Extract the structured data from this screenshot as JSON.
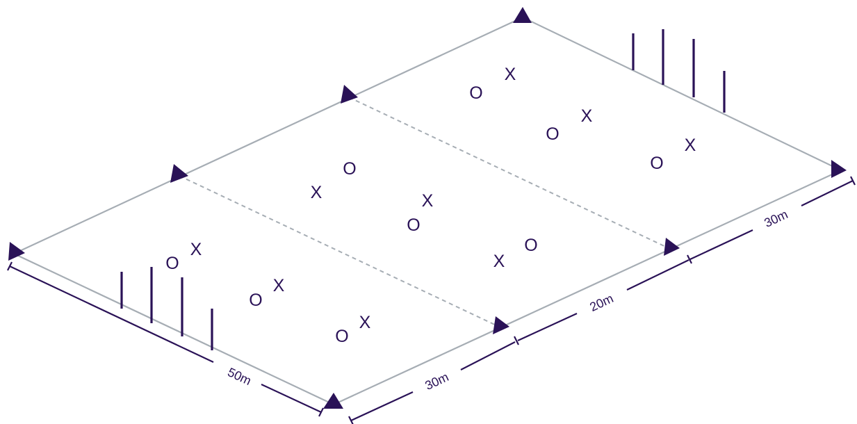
{
  "colors": {
    "field_line": "#a6adb4",
    "dashed_line": "#a6adb4",
    "accent": "#2a1257",
    "background": "#ffffff"
  },
  "icons": {
    "cone": "triangle-cone-icon",
    "pole": "vertical-pole-icon"
  },
  "field": {
    "zones": [
      {
        "label": "30m"
      },
      {
        "label": "20m"
      },
      {
        "label": "30m"
      }
    ],
    "length_label": "50m"
  },
  "players": [
    {
      "mark": "O",
      "team": "O"
    },
    {
      "mark": "X",
      "team": "X"
    },
    {
      "mark": "O",
      "team": "O"
    },
    {
      "mark": "X",
      "team": "X"
    },
    {
      "mark": "O",
      "team": "O"
    },
    {
      "mark": "X",
      "team": "X"
    },
    {
      "mark": "X",
      "team": "X"
    },
    {
      "mark": "O",
      "team": "O"
    },
    {
      "mark": "X",
      "team": "X"
    },
    {
      "mark": "O",
      "team": "O"
    },
    {
      "mark": "X",
      "team": "X"
    },
    {
      "mark": "O",
      "team": "O"
    },
    {
      "mark": "O",
      "team": "O"
    },
    {
      "mark": "X",
      "team": "X"
    },
    {
      "mark": "O",
      "team": "O"
    },
    {
      "mark": "X",
      "team": "X"
    },
    {
      "mark": "O",
      "team": "O"
    },
    {
      "mark": "X",
      "team": "X"
    }
  ]
}
